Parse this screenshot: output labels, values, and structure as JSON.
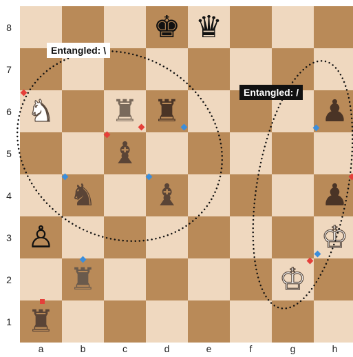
{
  "ranks": [
    "8",
    "7",
    "6",
    "5",
    "4",
    "3",
    "2",
    "1"
  ],
  "files": [
    "a",
    "b",
    "c",
    "d",
    "e",
    "f",
    "g",
    "h"
  ],
  "pieces": [
    {
      "square": "d8",
      "glyph": "♚",
      "color": "#111111",
      "name": "black-king-icon"
    },
    {
      "square": "e8",
      "glyph": "♛",
      "color": "#111111",
      "name": "black-queen-icon"
    },
    {
      "square": "a6",
      "glyph": "♞",
      "color": "#FFFFFF",
      "name": "white-knight-icon",
      "faded": true
    },
    {
      "square": "c6",
      "glyph": "♜",
      "color": "#7a6a5c",
      "name": "black-rook-icon"
    },
    {
      "square": "d6",
      "glyph": "♜",
      "color": "#4a3426",
      "name": "black-rook-icon"
    },
    {
      "square": "h6",
      "glyph": "♟",
      "color": "#4a3426",
      "name": "black-pawn-icon"
    },
    {
      "square": "c5",
      "glyph": "♝",
      "color": "#5a4436",
      "name": "bishop-icon"
    },
    {
      "square": "b4",
      "glyph": "♞",
      "color": "#5a4436",
      "name": "knight-icon"
    },
    {
      "square": "d4",
      "glyph": "♝",
      "color": "#5a4436",
      "name": "bishop-icon"
    },
    {
      "square": "h4",
      "glyph": "♟",
      "color": "#4a3426",
      "name": "black-pawn-icon"
    },
    {
      "square": "a3",
      "glyph": "♙",
      "color": "#111111",
      "name": "pawn-icon"
    },
    {
      "square": "h3",
      "glyph": "♔",
      "color": "#FFFFFF",
      "name": "white-king-icon",
      "faded": true
    },
    {
      "square": "b2",
      "glyph": "♜",
      "color": "#6a5a4c",
      "name": "rook-icon"
    },
    {
      "square": "g2",
      "glyph": "♔",
      "color": "#FFFFFF",
      "name": "white-king-icon",
      "faded": true
    },
    {
      "square": "a1",
      "glyph": "♜",
      "color": "#5a4436",
      "name": "rook-icon"
    }
  ],
  "entanglements": [
    {
      "label": "Entangled: \\",
      "style": "light"
    },
    {
      "label": "Entangled: /",
      "style": "dark"
    }
  ],
  "colors": {
    "light_square": "#EFD8BF",
    "dark_square": "#B98A58",
    "marker_red": "#E5403A",
    "marker_blue": "#3C8EDB"
  }
}
